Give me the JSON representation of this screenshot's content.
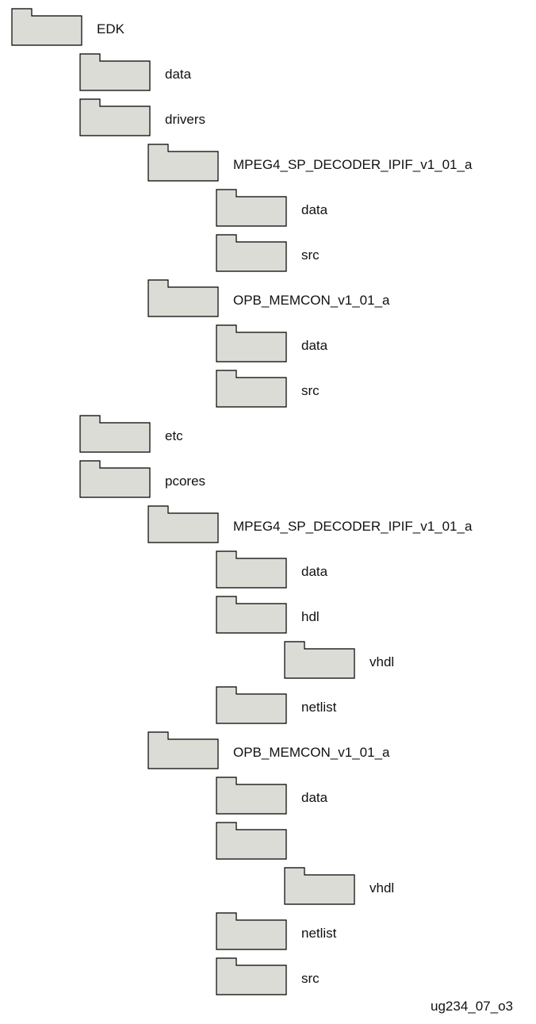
{
  "folder_style": {
    "fill": "#dcdcd6",
    "stroke": "#000000"
  },
  "tree": [
    {
      "label": "EDK",
      "depth": 0
    },
    {
      "label": "data",
      "depth": 1
    },
    {
      "label": "drivers",
      "depth": 1
    },
    {
      "label": "MPEG4_SP_DECODER_IPIF_v1_01_a",
      "depth": 2
    },
    {
      "label": "data",
      "depth": 3
    },
    {
      "label": "src",
      "depth": 3
    },
    {
      "label": "OPB_MEMCON_v1_01_a",
      "depth": 2
    },
    {
      "label": "data",
      "depth": 3
    },
    {
      "label": "src",
      "depth": 3
    },
    {
      "label": "etc",
      "depth": 1
    },
    {
      "label": "pcores",
      "depth": 1
    },
    {
      "label": "MPEG4_SP_DECODER_IPIF_v1_01_a",
      "depth": 2
    },
    {
      "label": "data",
      "depth": 3
    },
    {
      "label": "hdl",
      "depth": 3
    },
    {
      "label": "vhdl",
      "depth": 4
    },
    {
      "label": "netlist",
      "depth": 3
    },
    {
      "label": "OPB_MEMCON_v1_01_a",
      "depth": 2
    },
    {
      "label": "data",
      "depth": 3
    },
    {
      "label": "",
      "depth": 3
    },
    {
      "label": "vhdl",
      "depth": 4
    },
    {
      "label": "netlist",
      "depth": 3
    },
    {
      "label": "src",
      "depth": 3
    }
  ],
  "figure_id": "ug234_07_o3"
}
